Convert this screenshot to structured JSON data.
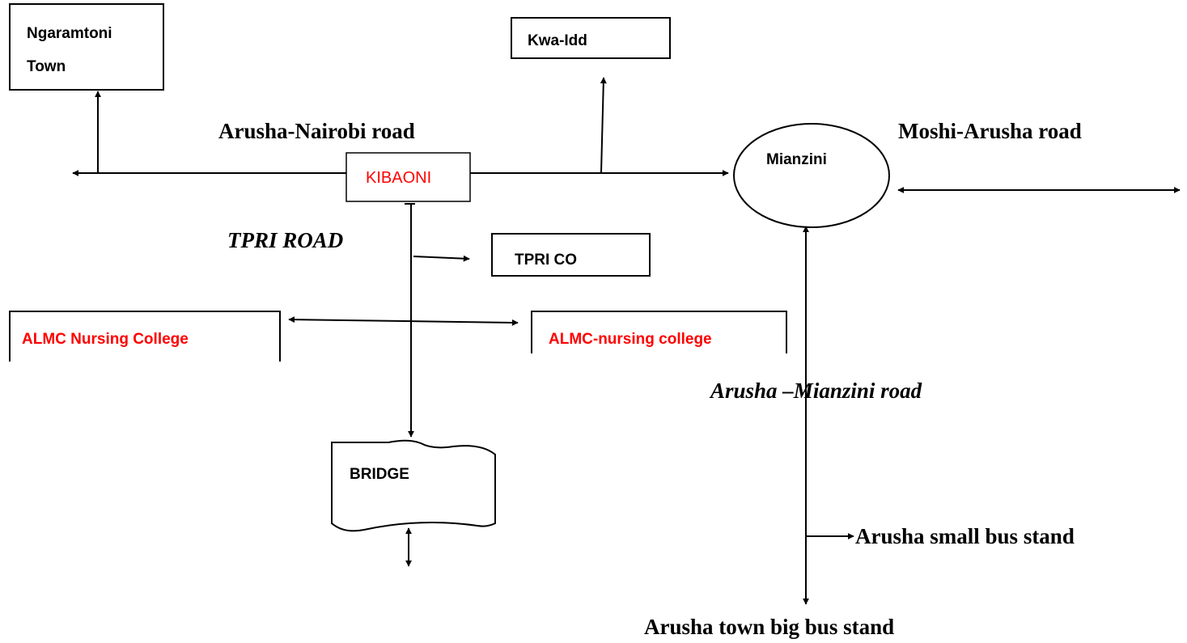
{
  "colors": {
    "line": "#000000",
    "accent": "#ff0000",
    "text": "#000000"
  },
  "places": {
    "ngaramtoni_line1": "Ngaramtoni",
    "ngaramtoni_line2": "Town",
    "kwa_idd": "Kwa-Idd",
    "kibaoni": "KIBAONI",
    "mianzini": "Mianzini",
    "tpri_co": "TPRI CO",
    "almc_left": "ALMC Nursing College",
    "almc_right": "ALMC-nursing college",
    "bridge": "BRIDGE",
    "small_bus_stand": "Arusha small bus stand",
    "big_bus_stand": "Arusha town big bus stand"
  },
  "roads": {
    "arusha_nairobi": "Arusha-Nairobi road",
    "moshi_arusha": "Moshi-Arusha road",
    "tpri_road": "TPRI ROAD",
    "arusha_mianzini": "Arusha –Mianzini road"
  }
}
